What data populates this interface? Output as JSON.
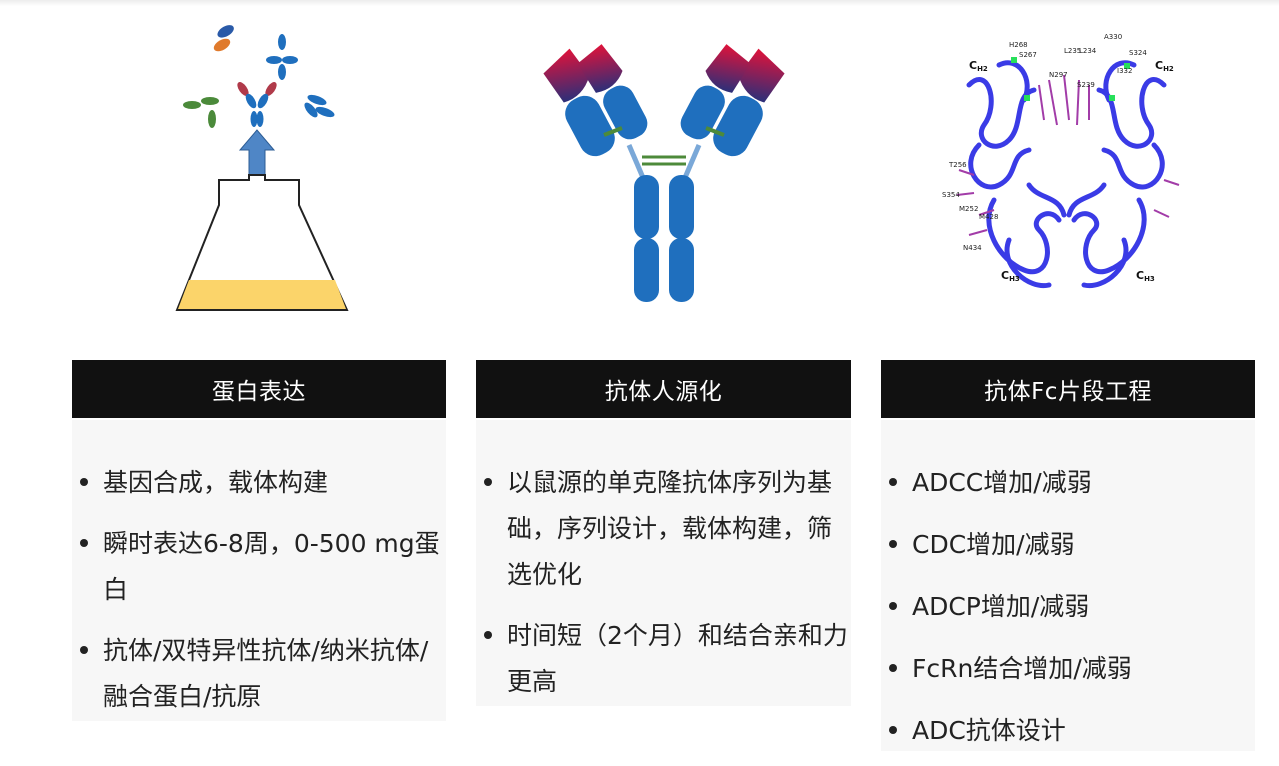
{
  "colors": {
    "header_bg": "#111111",
    "body_bg": "#f7f7f7",
    "antibody_blue": "#1f6fbe",
    "fc_protein": "#3a3be6"
  },
  "icons": [
    "flask-icon",
    "antibody-icon",
    "fc-structure-icon"
  ],
  "sections": [
    {
      "title": "蛋白表达",
      "items": [
        "基因合成，载体构建",
        "瞬时表达6-8周，0-500 mg蛋白",
        "抗体/双特异性抗体/纳米抗体/融合蛋白/抗原"
      ]
    },
    {
      "title": "抗体人源化",
      "items": [
        "以鼠源的单克隆抗体序列为基础，序列设计，载体构建，筛选优化",
        "时间短（2个月）和结合亲和力更高"
      ]
    },
    {
      "title": "抗体Fc片段工程",
      "items": [
        "ADCC增加/减弱",
        "CDC增加/减弱",
        "ADCP增加/减弱",
        "FcRn结合增加/减弱",
        "ADC抗体设计"
      ]
    }
  ],
  "structure_labels": {
    "ch2_left": "C",
    "ch2_right": "C",
    "ch3_left": "C",
    "ch3_right": "C",
    "sub_h2": "H2",
    "sub_h3": "H3",
    "residues": [
      "H268",
      "S267",
      "N297",
      "L235",
      "L234",
      "A330",
      "S324",
      "I332",
      "S239",
      "T256",
      "S354",
      "M252",
      "M428",
      "N434"
    ]
  }
}
